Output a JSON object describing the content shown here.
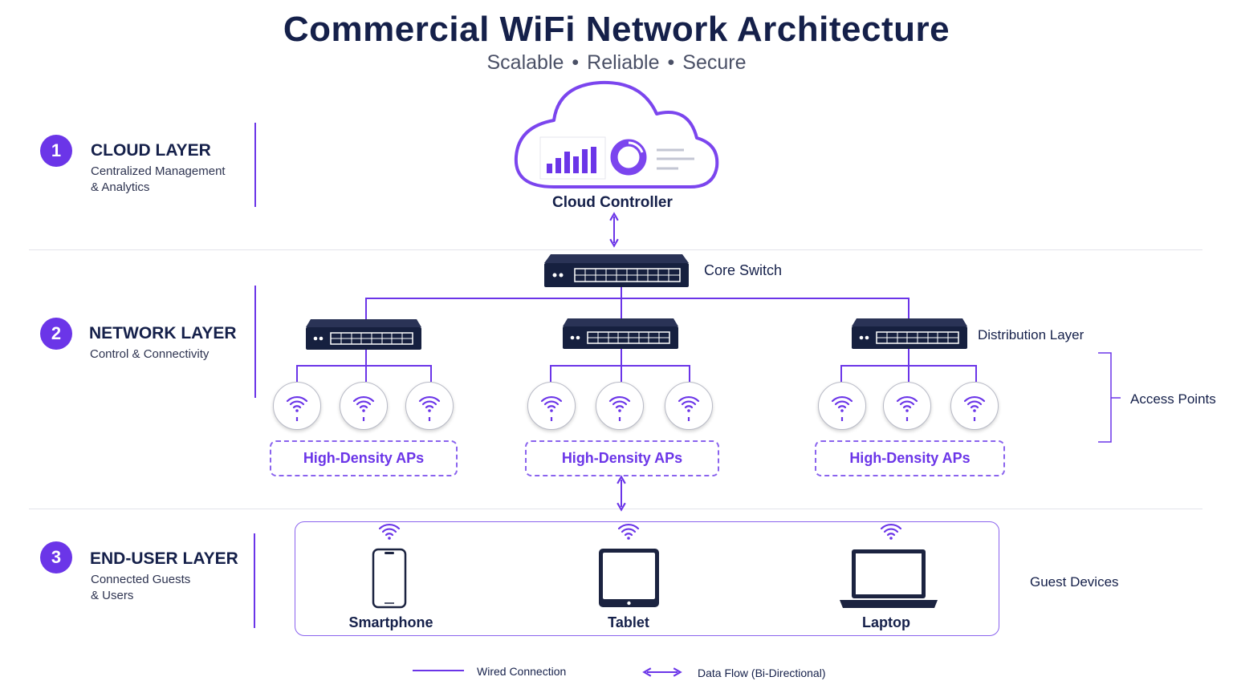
{
  "title": "Commercial WiFi Network Architecture",
  "subtitle": [
    "Scalable",
    "Reliable",
    "Secure"
  ],
  "colors": {
    "accent": "#6b35e8",
    "navy": "#15204a",
    "device": "#1b2340"
  },
  "layers": [
    {
      "number": "1",
      "title": "CLOUD LAYER",
      "desc": [
        "Centralized Management",
        "& Analytics"
      ]
    },
    {
      "number": "2",
      "title": "NETWORK LAYER",
      "desc": [
        "Control & Connectivity"
      ]
    },
    {
      "number": "3",
      "title": "END-USER LAYER",
      "desc": [
        "Connected Guests",
        "& Users"
      ]
    }
  ],
  "cloud": {
    "label": "Cloud Controller",
    "icon": "cloud-icon"
  },
  "core_switch": {
    "label": "Core Switch"
  },
  "distribution": {
    "label": "Distribution Layer"
  },
  "access_points": {
    "label": "Access Points",
    "group_label": "High-Density APs"
  },
  "devices": {
    "label": "Guest Devices",
    "items": [
      {
        "name": "Smartphone",
        "icon": "smartphone-icon"
      },
      {
        "name": "Tablet",
        "icon": "tablet-icon"
      },
      {
        "name": "Laptop",
        "icon": "laptop-icon"
      }
    ]
  },
  "legend": {
    "wired": "Wired Connection",
    "flow": "Data Flow (Bi-Directional)"
  }
}
